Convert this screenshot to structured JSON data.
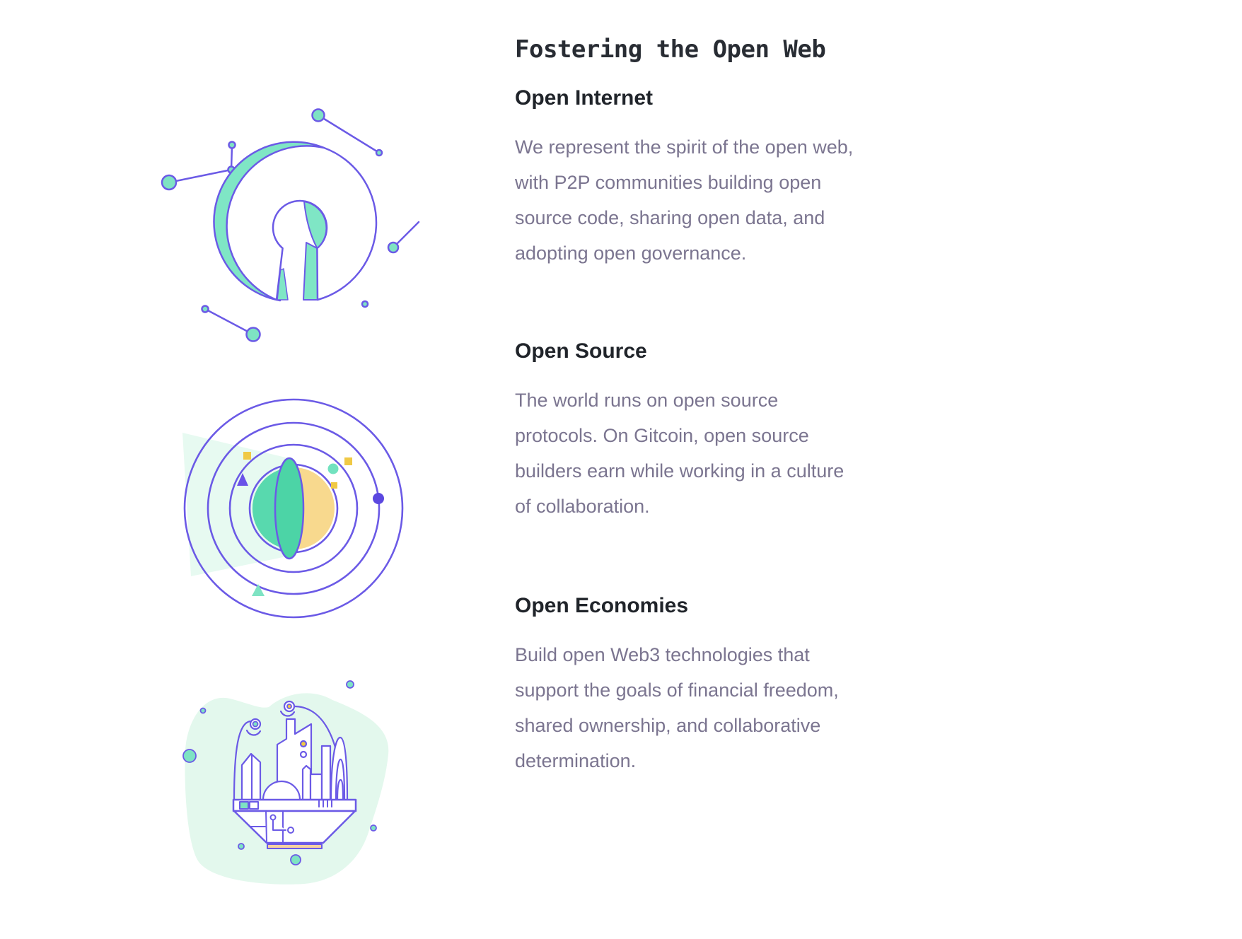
{
  "page": {
    "title": "Fostering the Open Web"
  },
  "sections": [
    {
      "heading": "Open Internet",
      "body": "We represent the spirit of the open web,\nwith P2P communities building open\nsource code, sharing open data, and\nadopting open governance.",
      "illustration": "open-source-keyhole-logo"
    },
    {
      "heading": "Open Source",
      "body": "The world runs on open source\nprotocols. On Gitcoin, open source\nbuilders earn while working in a culture\nof collaboration.",
      "illustration": "planet-with-orbits"
    },
    {
      "heading": "Open Economies",
      "body": "Build open Web3 technologies that\nsupport the goals of financial freedom,\nshared ownership, and collaborative\ndetermination.",
      "illustration": "floating-city"
    }
  ],
  "colors": {
    "accent_purple": "#6b5ae6",
    "accent_teal": "#7ee3c3",
    "accent_yellow": "#f0c945",
    "planet_yellow": "#f8d98e",
    "mint_background": "#e3f8ed",
    "heading_text": "#20242a",
    "body_text": "#7b7590"
  }
}
